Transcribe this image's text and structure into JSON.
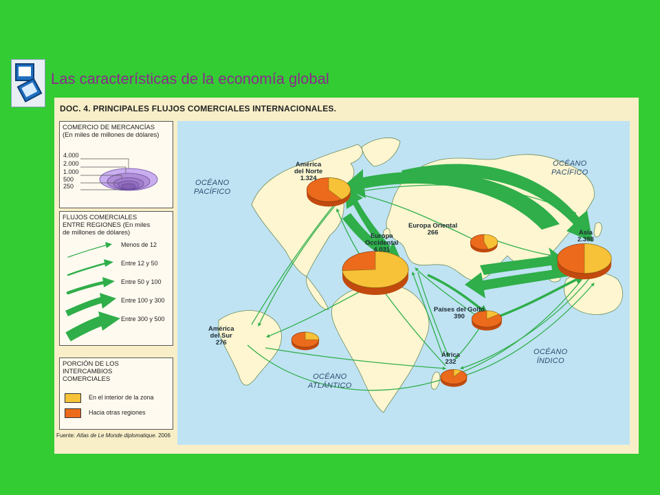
{
  "slide": {
    "title": "Las características de la economía global",
    "icon": "presentation-slides-icon"
  },
  "doc": {
    "heading": "DOC. 4. PRINCIPALES FLUJOS COMERCIALES INTERNACIONALES.",
    "source_label": "Fuente: ",
    "source_italic": "Atlas de Le Monde diplomatique",
    "source_year": ". 2006"
  },
  "legend_merch": {
    "title_line1": "COMERCIO DE MERCANCÍAS",
    "title_line2": "(En miles de millones de dólares)",
    "scale": [
      "4.000",
      "2.000",
      "1.000",
      "500",
      "250"
    ],
    "color": "#b08fd6"
  },
  "legend_flows": {
    "title_line1": "FLUJOS COMERCIALES",
    "title_line2": "ENTRE REGIONES (En miles",
    "title_line3": "de millones de dólares)",
    "items": [
      "Menos de 12",
      "Entre 12 y  50",
      "Entre 50 y 100",
      "Entre 100 y 300",
      "Entre 300 y 500"
    ],
    "color": "#2fae4a"
  },
  "legend_portion": {
    "title_line1": "PORCIÓN DE LOS",
    "title_line2": "INTERCAMBIOS",
    "title_line3": "COMERCIALES",
    "inside": "En el interior de la zona",
    "outside": "Hacia otras regiones",
    "inside_color": "#f7c238",
    "outside_color": "#ec6a1c"
  },
  "map": {
    "ocean_color": "#bfe3f3",
    "land_color": "#fdf6d0",
    "oceans": {
      "pacific_left_1": "OCÉANO",
      "pacific_left_2": "PACÍFICO",
      "pacific_right_1": "OCÉANO",
      "pacific_right_2": "PACÍFICO",
      "atlantic_1": "OCÉANO",
      "atlantic_2": "ATLÁNTICO",
      "indian_1": "OCÉANO",
      "indian_2": "ÍNDICO"
    },
    "regions": [
      {
        "line1": "América",
        "line2": "del Norte",
        "value": "1.324",
        "inside_share": 0.4
      },
      {
        "line1": "Europa",
        "line2": "Occidental",
        "value": "4.031",
        "inside_share": 0.74
      },
      {
        "line1": "Europa Oriental",
        "line2": "",
        "value": "266",
        "inside_share": 0.45
      },
      {
        "line1": "Asia",
        "line2": "",
        "value": "2.388",
        "inside_share": 0.5
      },
      {
        "line1": "Países del Golfo",
        "line2": "",
        "value": "390",
        "inside_share": 0.15
      },
      {
        "line1": "América",
        "line2": "del Sur",
        "value": "276",
        "inside_share": 0.25
      },
      {
        "line1": "África",
        "line2": "",
        "value": "232",
        "inside_share": 0.1
      }
    ]
  }
}
